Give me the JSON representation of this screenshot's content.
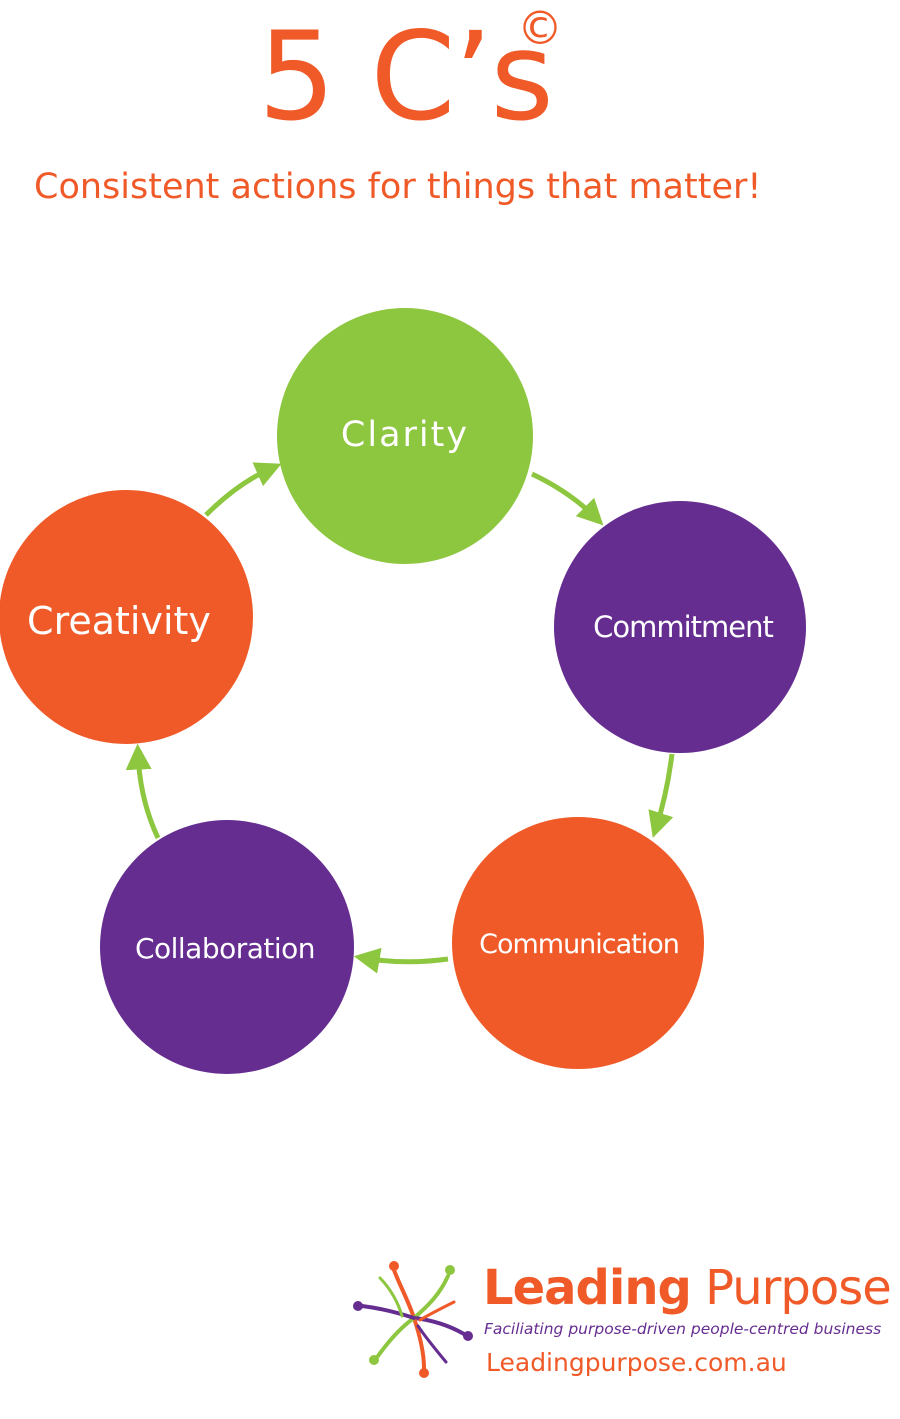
{
  "title": {
    "main": "5 C’s",
    "mark": "©"
  },
  "subtitle": "Consistent actions for things that matter!",
  "colors": {
    "orange": "#f05a28",
    "green": "#8dc63f",
    "purple": "#662d91",
    "white": "#ffffff"
  },
  "cycle": {
    "nodes": [
      {
        "label": "Clarity",
        "color": "#8dc63f"
      },
      {
        "label": "Commitment",
        "color": "#662d91"
      },
      {
        "label": "Communication",
        "color": "#f05a28"
      },
      {
        "label": "Collaboration",
        "color": "#662d91"
      },
      {
        "label": "Creativity",
        "color": "#f05a28"
      }
    ]
  },
  "brand": {
    "name_bold": "Leading",
    "name_light": " Purpose",
    "tagline": "Faciliating purpose-driven people-centred business",
    "url": "Leadingpurpose.com.au"
  }
}
